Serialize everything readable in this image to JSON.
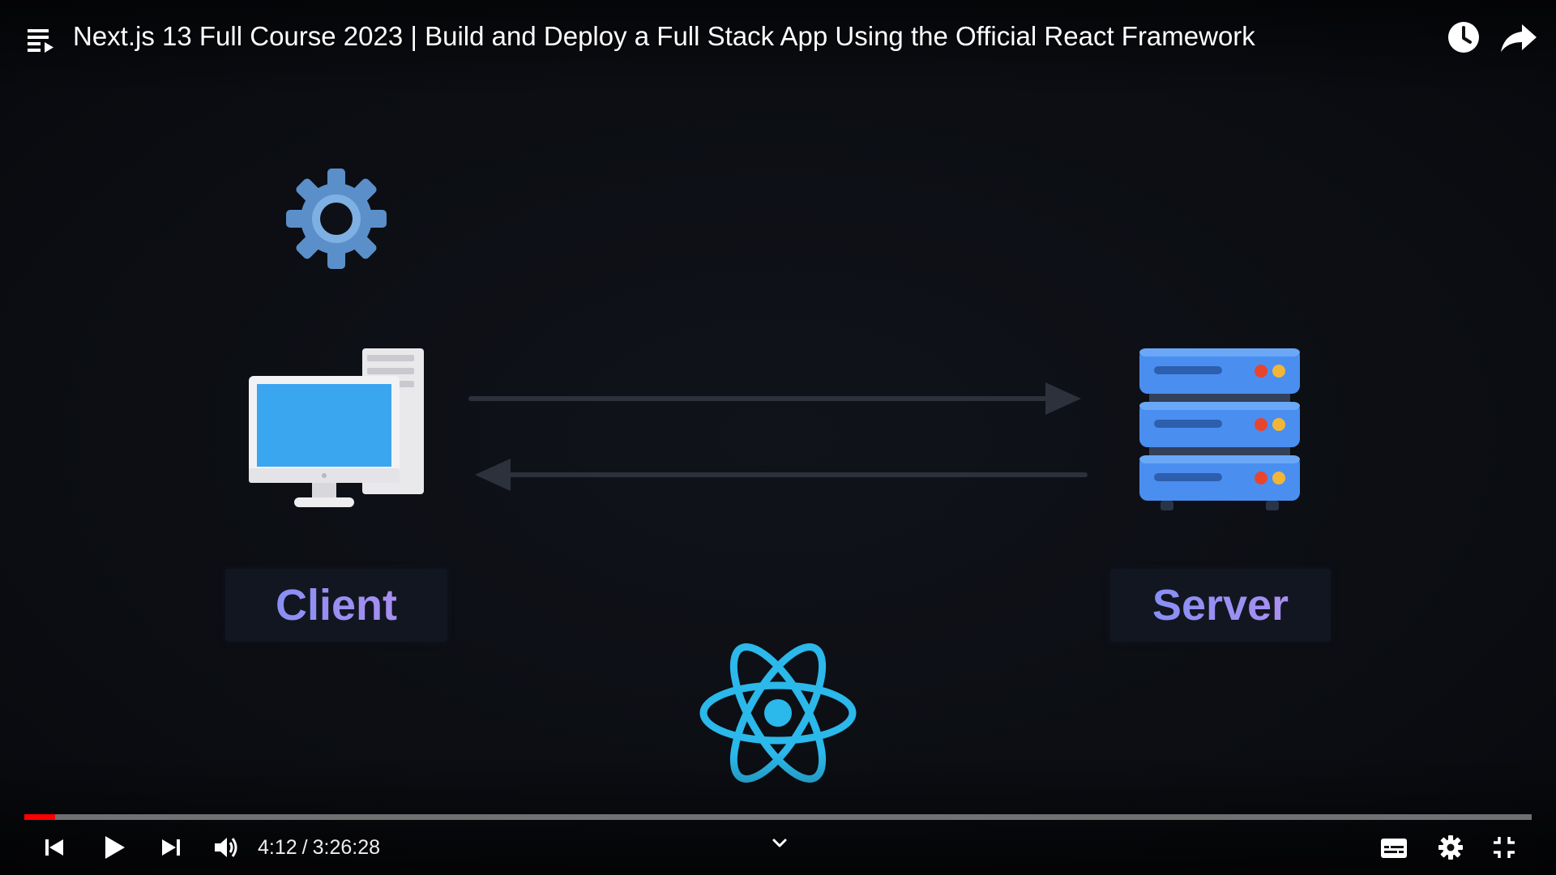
{
  "header": {
    "title": "Next.js 13 Full Course 2023 | Build and Deploy a Full Stack App Using the Official React Framework",
    "playlist_icon": "playlist-icon",
    "watch_later_icon": "clock-icon",
    "share_icon": "share-icon"
  },
  "video": {
    "client_label": "Client",
    "server_label": "Server",
    "icons": [
      "gear-icon",
      "desktop-computer-icon",
      "arrow-right-icon",
      "arrow-left-icon",
      "server-rack-icon",
      "react-logo-icon"
    ],
    "colors": {
      "gear": "#5b8fc9",
      "screen": "#3aa6f0",
      "server": "#4a8ef0",
      "react": "#2bb8ea",
      "label_gradient_start": "#7c8ff5",
      "label_gradient_end": "#b58ff0"
    }
  },
  "player": {
    "current_time": "4:12",
    "separator": "/",
    "duration": "3:26:28",
    "progress_played_fraction": 0.0203,
    "progress_color": "#ff0000",
    "controls": {
      "prev_icon": "skip-previous-icon",
      "play_icon": "play-icon",
      "next_icon": "skip-next-icon",
      "volume_icon": "volume-icon",
      "chevron_icon": "chevron-down-icon",
      "captions_icon": "captions-icon",
      "settings_icon": "gear-icon",
      "fullscreen_exit_icon": "exit-fullscreen-icon"
    }
  }
}
